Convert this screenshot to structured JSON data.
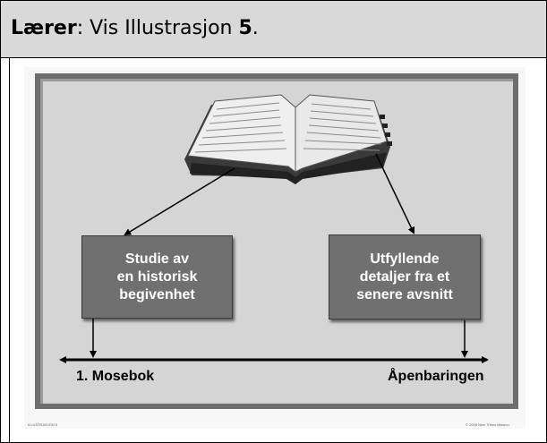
{
  "header": {
    "role_label": "Lærer",
    "instruction": ": Vis Illustrasjon ",
    "number": "5",
    "period": "."
  },
  "illustration": {
    "left_box": "Studie av\nen historisk\nbegivenhet",
    "right_box": "Utfyllende\ndetaljer fra et\nsenere avsnitt",
    "timeline_start": "1. Mosebok",
    "timeline_end": "Åpenbaringen",
    "footer_left": "ILLUSTRASJON 5",
    "footer_right": "© 2008 New Tribes Mission"
  },
  "colors": {
    "header_bg": "#d9d9d9",
    "slide_bg": "#d5d5d5",
    "box_bg": "#707070"
  }
}
